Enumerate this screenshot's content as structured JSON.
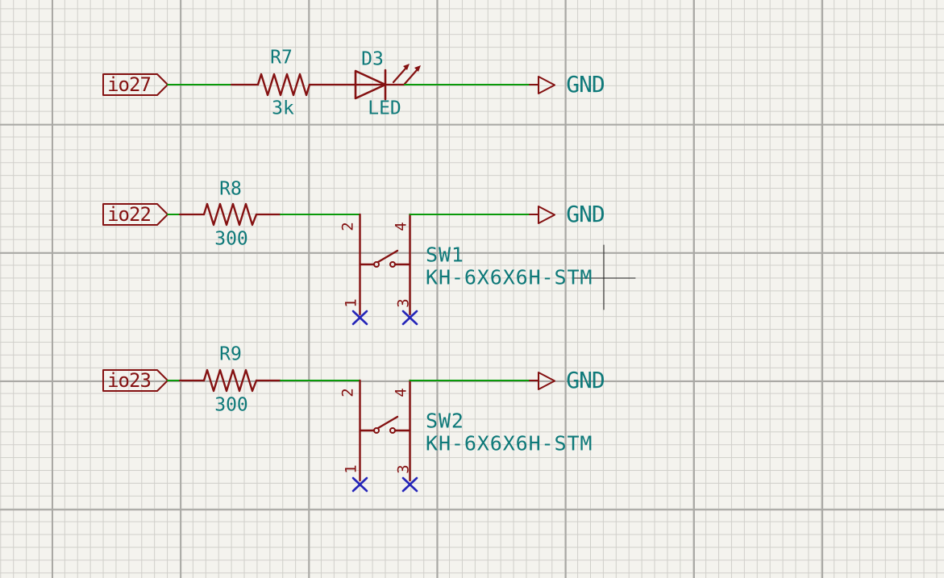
{
  "app": {
    "view": "schematic-editor-canvas",
    "cursor": {
      "style": "crosshair"
    }
  },
  "colors": {
    "background": "#F4F3EE",
    "grid_fine": "#D0CFCA",
    "grid_major": "#A9A8A4",
    "symbol_outline": "#841111",
    "wire_green": "#0A9A0A",
    "field_text_teal": "#0E7979",
    "no_connect_blue": "#2525B8",
    "cursor_black": "#1B1B1B"
  },
  "schematic": {
    "rows": [
      {
        "net": "io27",
        "r_ref": "R7",
        "r_val": "3k",
        "p_ref": "D3",
        "p_val": "LED",
        "gnd": "GND"
      },
      {
        "net": "io22",
        "r_ref": "R8",
        "r_val": "300",
        "p_ref": "SW1",
        "p_val": "KH-6X6X6H-STM",
        "gnd": "GND",
        "pins": {
          "top_left": "2",
          "top_right": "4",
          "bottom_left": "1",
          "bottom_right": "3"
        }
      },
      {
        "net": "io23",
        "r_ref": "R9",
        "r_val": "300",
        "p_ref": "SW2",
        "p_val": "KH-6X6X6H-STM",
        "gnd": "GND",
        "pins": {
          "top_left": "2",
          "top_right": "4",
          "bottom_left": "1",
          "bottom_right": "3"
        }
      }
    ]
  }
}
